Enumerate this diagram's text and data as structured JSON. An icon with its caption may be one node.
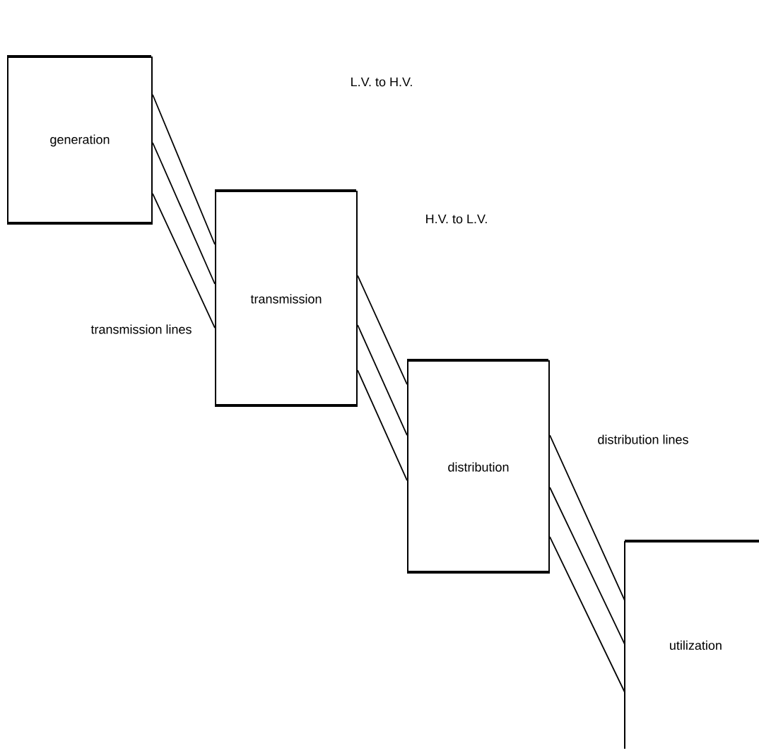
{
  "diagram": {
    "nodes": [
      {
        "text": [
          "generation"
        ]
      },
      {
        "text": [
          "transmission"
        ]
      },
      {
        "text": [
          "distribution"
        ]
      },
      {
        "text": [
          "utilization"
        ]
      }
    ],
    "edges": [
      {
        "from": 0,
        "to": 1,
        "arrow": "none"
      },
      {
        "from": 0,
        "to": 1,
        "arrow": "none"
      },
      {
        "from": 0,
        "to": 1,
        "arrow": "none"
      },
      {
        "from": 1,
        "to": 2,
        "arrow": "none"
      },
      {
        "from": 1,
        "to": 2,
        "arrow": "none"
      },
      {
        "from": 1,
        "to": 2,
        "arrow": "none"
      },
      {
        "from": 2,
        "to": 3,
        "arrow": "none"
      },
      {
        "from": 2,
        "to": 3,
        "arrow": "none"
      },
      {
        "from": 2,
        "to": 3,
        "arrow": "none"
      }
    ],
    "labels": [
      "L.V. to H.V.",
      "H.V. to L.V.",
      "transmission lines",
      "distribution lines"
    ]
  }
}
